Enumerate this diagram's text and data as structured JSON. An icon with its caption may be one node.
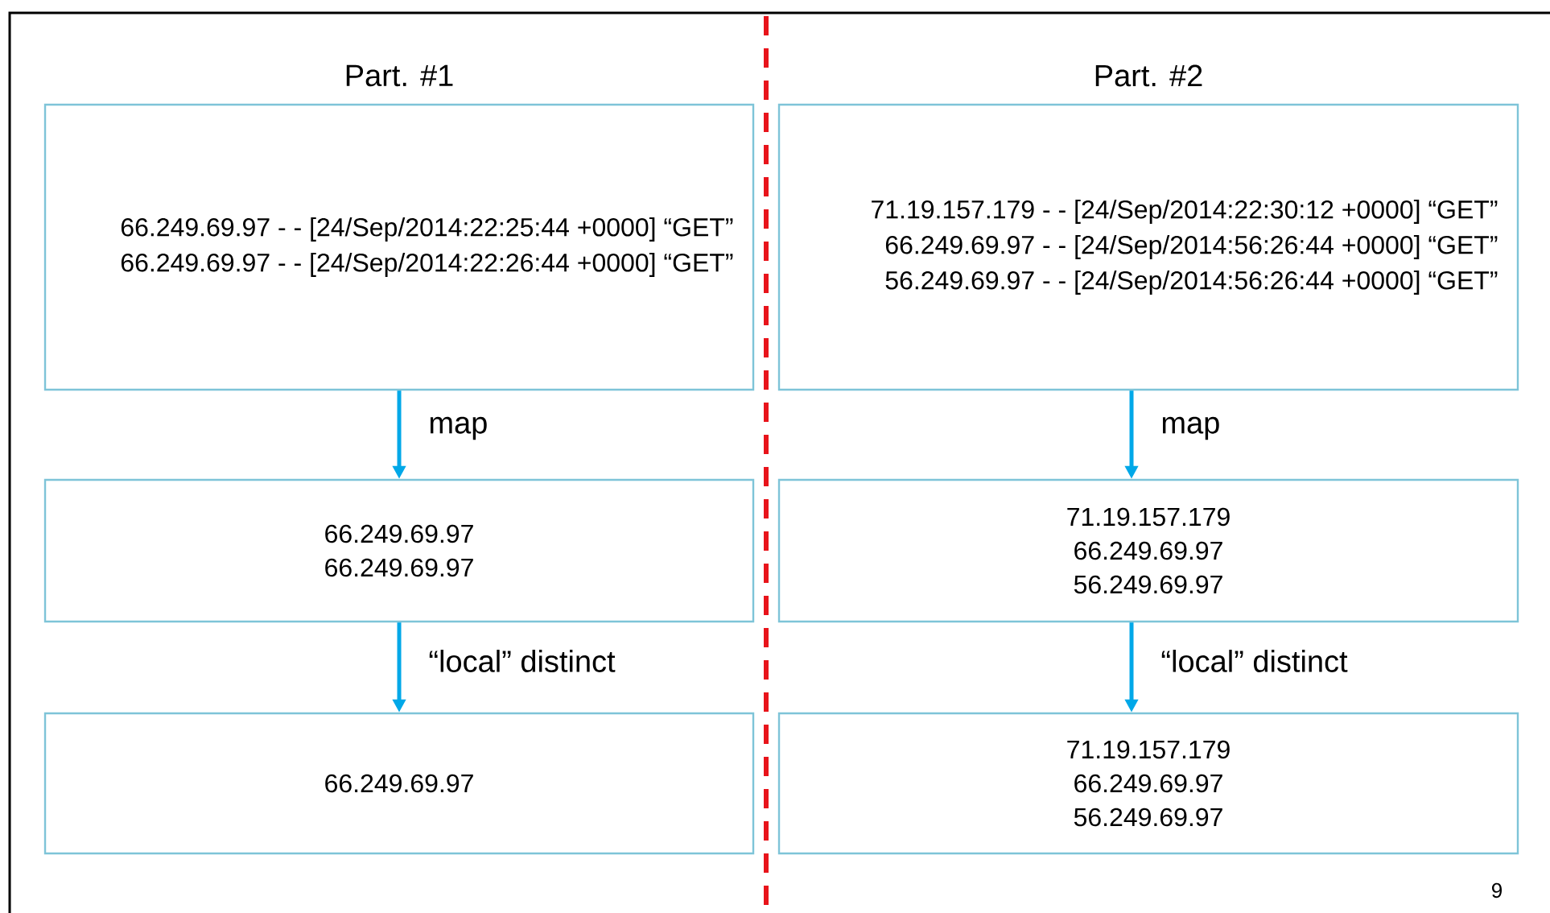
{
  "diagram": {
    "nodes": [
      {
        "text": [
          "Part. #1",
          "66.249.69.97 - - [24/Sep/2014:22:25:44 +0000] “GET”",
          "66.249.69.97 - - [24/Sep/2014:22:26:44 +0000] “GET”"
        ]
      },
      {
        "text": [
          "Part. #2",
          "71.19.157.179 - - [24/Sep/2014:22:30:12 +0000] “GET”",
          "66.249.69.97 - - [24/Sep/2014:56:26:44 +0000] “GET”",
          "56.249.69.97 - - [24/Sep/2014:56:26:44 +0000] “GET”"
        ]
      },
      {
        "text": [
          "66.249.69.97",
          "66.249.69.97"
        ]
      },
      {
        "text": [
          "71.19.157.179",
          "66.249.69.97",
          "56.249.69.97"
        ]
      },
      {
        "text": [
          "66.249.69.97"
        ]
      },
      {
        "text": [
          "71.19.157.179",
          "66.249.69.97",
          "56.249.69.97"
        ]
      }
    ],
    "edges": [
      {
        "from": 0,
        "to": 2,
        "arrow": "to",
        "label": "map"
      },
      {
        "from": 1,
        "to": 3,
        "arrow": "to",
        "label": "map"
      },
      {
        "from": 2,
        "to": 4,
        "arrow": "to",
        "label": "“local” distinct"
      },
      {
        "from": 3,
        "to": 5,
        "arrow": "to",
        "label": "“local” distinct"
      }
    ],
    "labels": [
      "9"
    ]
  }
}
